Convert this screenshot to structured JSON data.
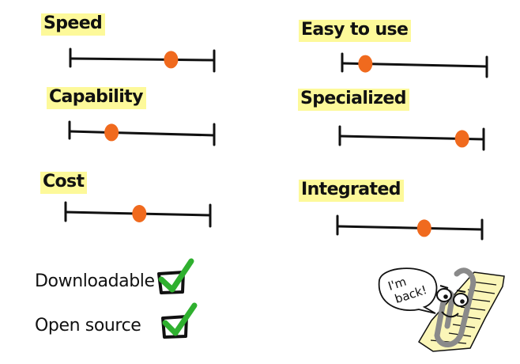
{
  "sliders": [
    {
      "label": "Speed",
      "value": 0.7
    },
    {
      "label": "Easy to use",
      "value": 0.16
    },
    {
      "label": "Capability",
      "value": 0.29
    },
    {
      "label": "Specialized",
      "value": 0.85
    },
    {
      "label": "Cost",
      "value": 0.51
    },
    {
      "label": "Integrated",
      "value": 0.6
    }
  ],
  "checks": [
    {
      "label": "Downloadable",
      "checked": true
    },
    {
      "label": "Open source",
      "checked": true
    }
  ],
  "mascot": {
    "speech": "I'm back!"
  },
  "colors": {
    "highlight": "#fdf99a",
    "dot": "#f06a1e",
    "check": "#2fb02f",
    "line": "#111111"
  }
}
